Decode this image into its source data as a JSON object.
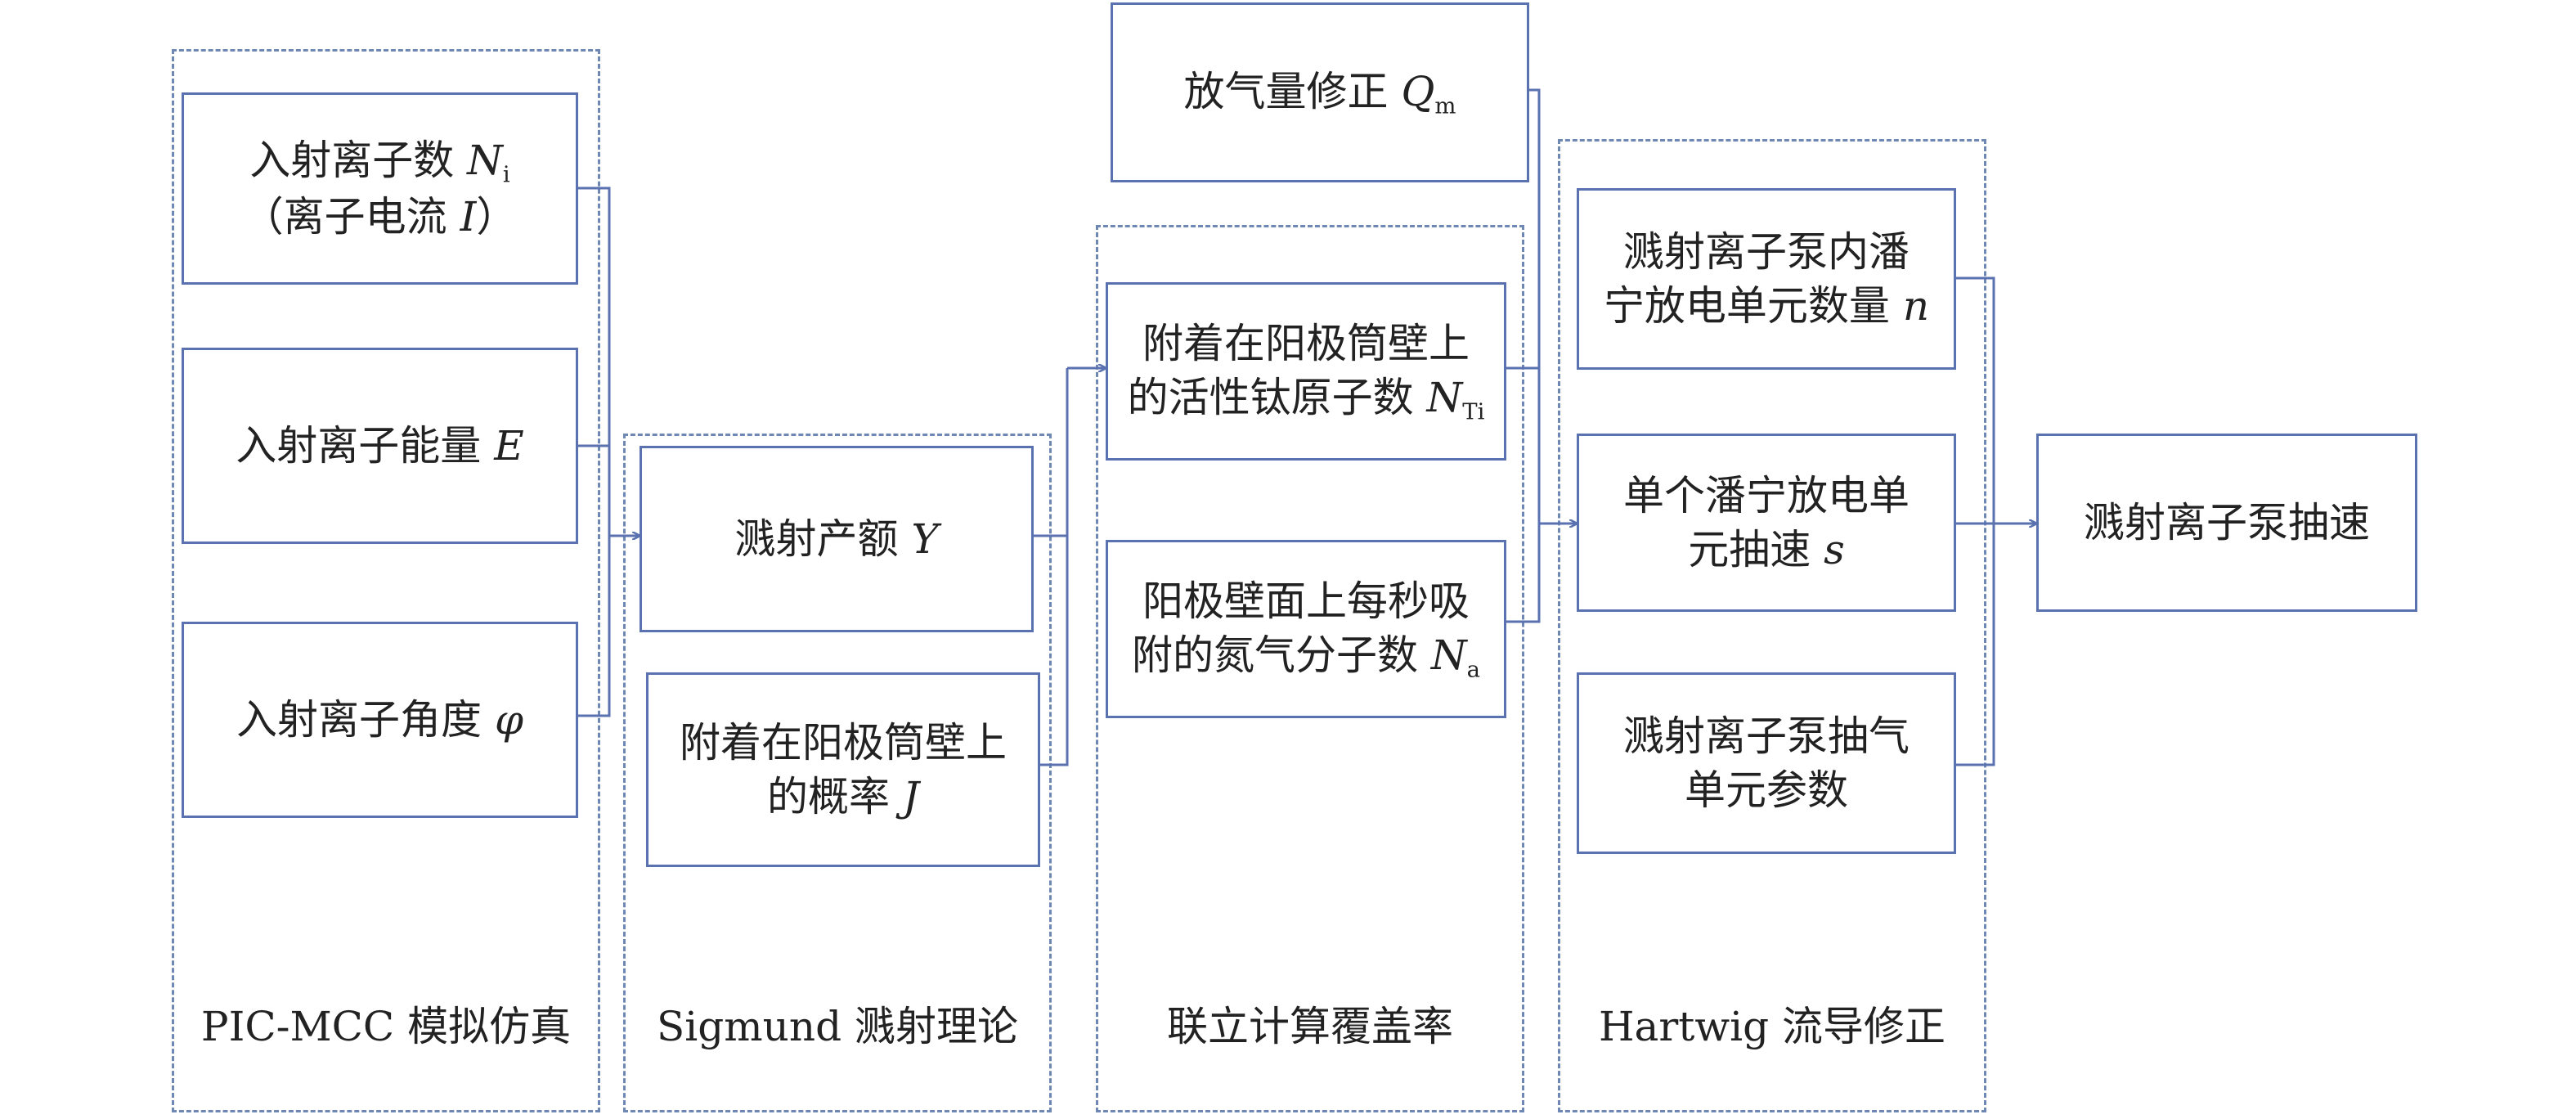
{
  "groups": {
    "pic": "PIC-MCC 模拟仿真",
    "sigmund": "Sigmund 溅射理论",
    "joint": "联立计算覆盖率",
    "hartwig": "Hartwig 流导修正"
  },
  "boxes": {
    "ions_count": {
      "text": "入射离子数 ",
      "var": "N",
      "sub": "i",
      "line2": "（离子电流 ",
      "var2": "I",
      "line2_end": "）"
    },
    "ion_energy": {
      "text": "入射离子能量 ",
      "var": "E"
    },
    "ion_angle": {
      "text": "入射离子角度 ",
      "var": "φ"
    },
    "sputter_yield": {
      "text": "溅射产额 ",
      "var": "Y"
    },
    "attach_prob": {
      "line1": "附着在阳极筒壁上",
      "line2": "的概率 ",
      "var": "J"
    },
    "outgas": {
      "text": "放气量修正 ",
      "var": "Q",
      "sub": "m"
    },
    "ti_atoms": {
      "line1": "附着在阳极筒壁上",
      "line2": "的活性钛原子数 ",
      "var": "N",
      "sub": "Ti"
    },
    "n2_molecules": {
      "line1": "阳极壁面上每秒吸",
      "line2": "附的氮气分子数 ",
      "var": "N",
      "sub": "a"
    },
    "cell_count": {
      "line1": "溅射离子泵内潘",
      "line2": "宁放电单元数量 ",
      "var": "n"
    },
    "cell_speed": {
      "line1": "单个潘宁放电单",
      "line2": "元抽速 ",
      "var": "s"
    },
    "pump_params": {
      "line1": "溅射离子泵抽气",
      "line2": "单元参数"
    },
    "pump_speed": {
      "text": "溅射离子泵抽速"
    }
  },
  "colors": {
    "box_border": "#5b72b0",
    "dashed": "#6f87b3",
    "arrow": "#5b72b0"
  }
}
